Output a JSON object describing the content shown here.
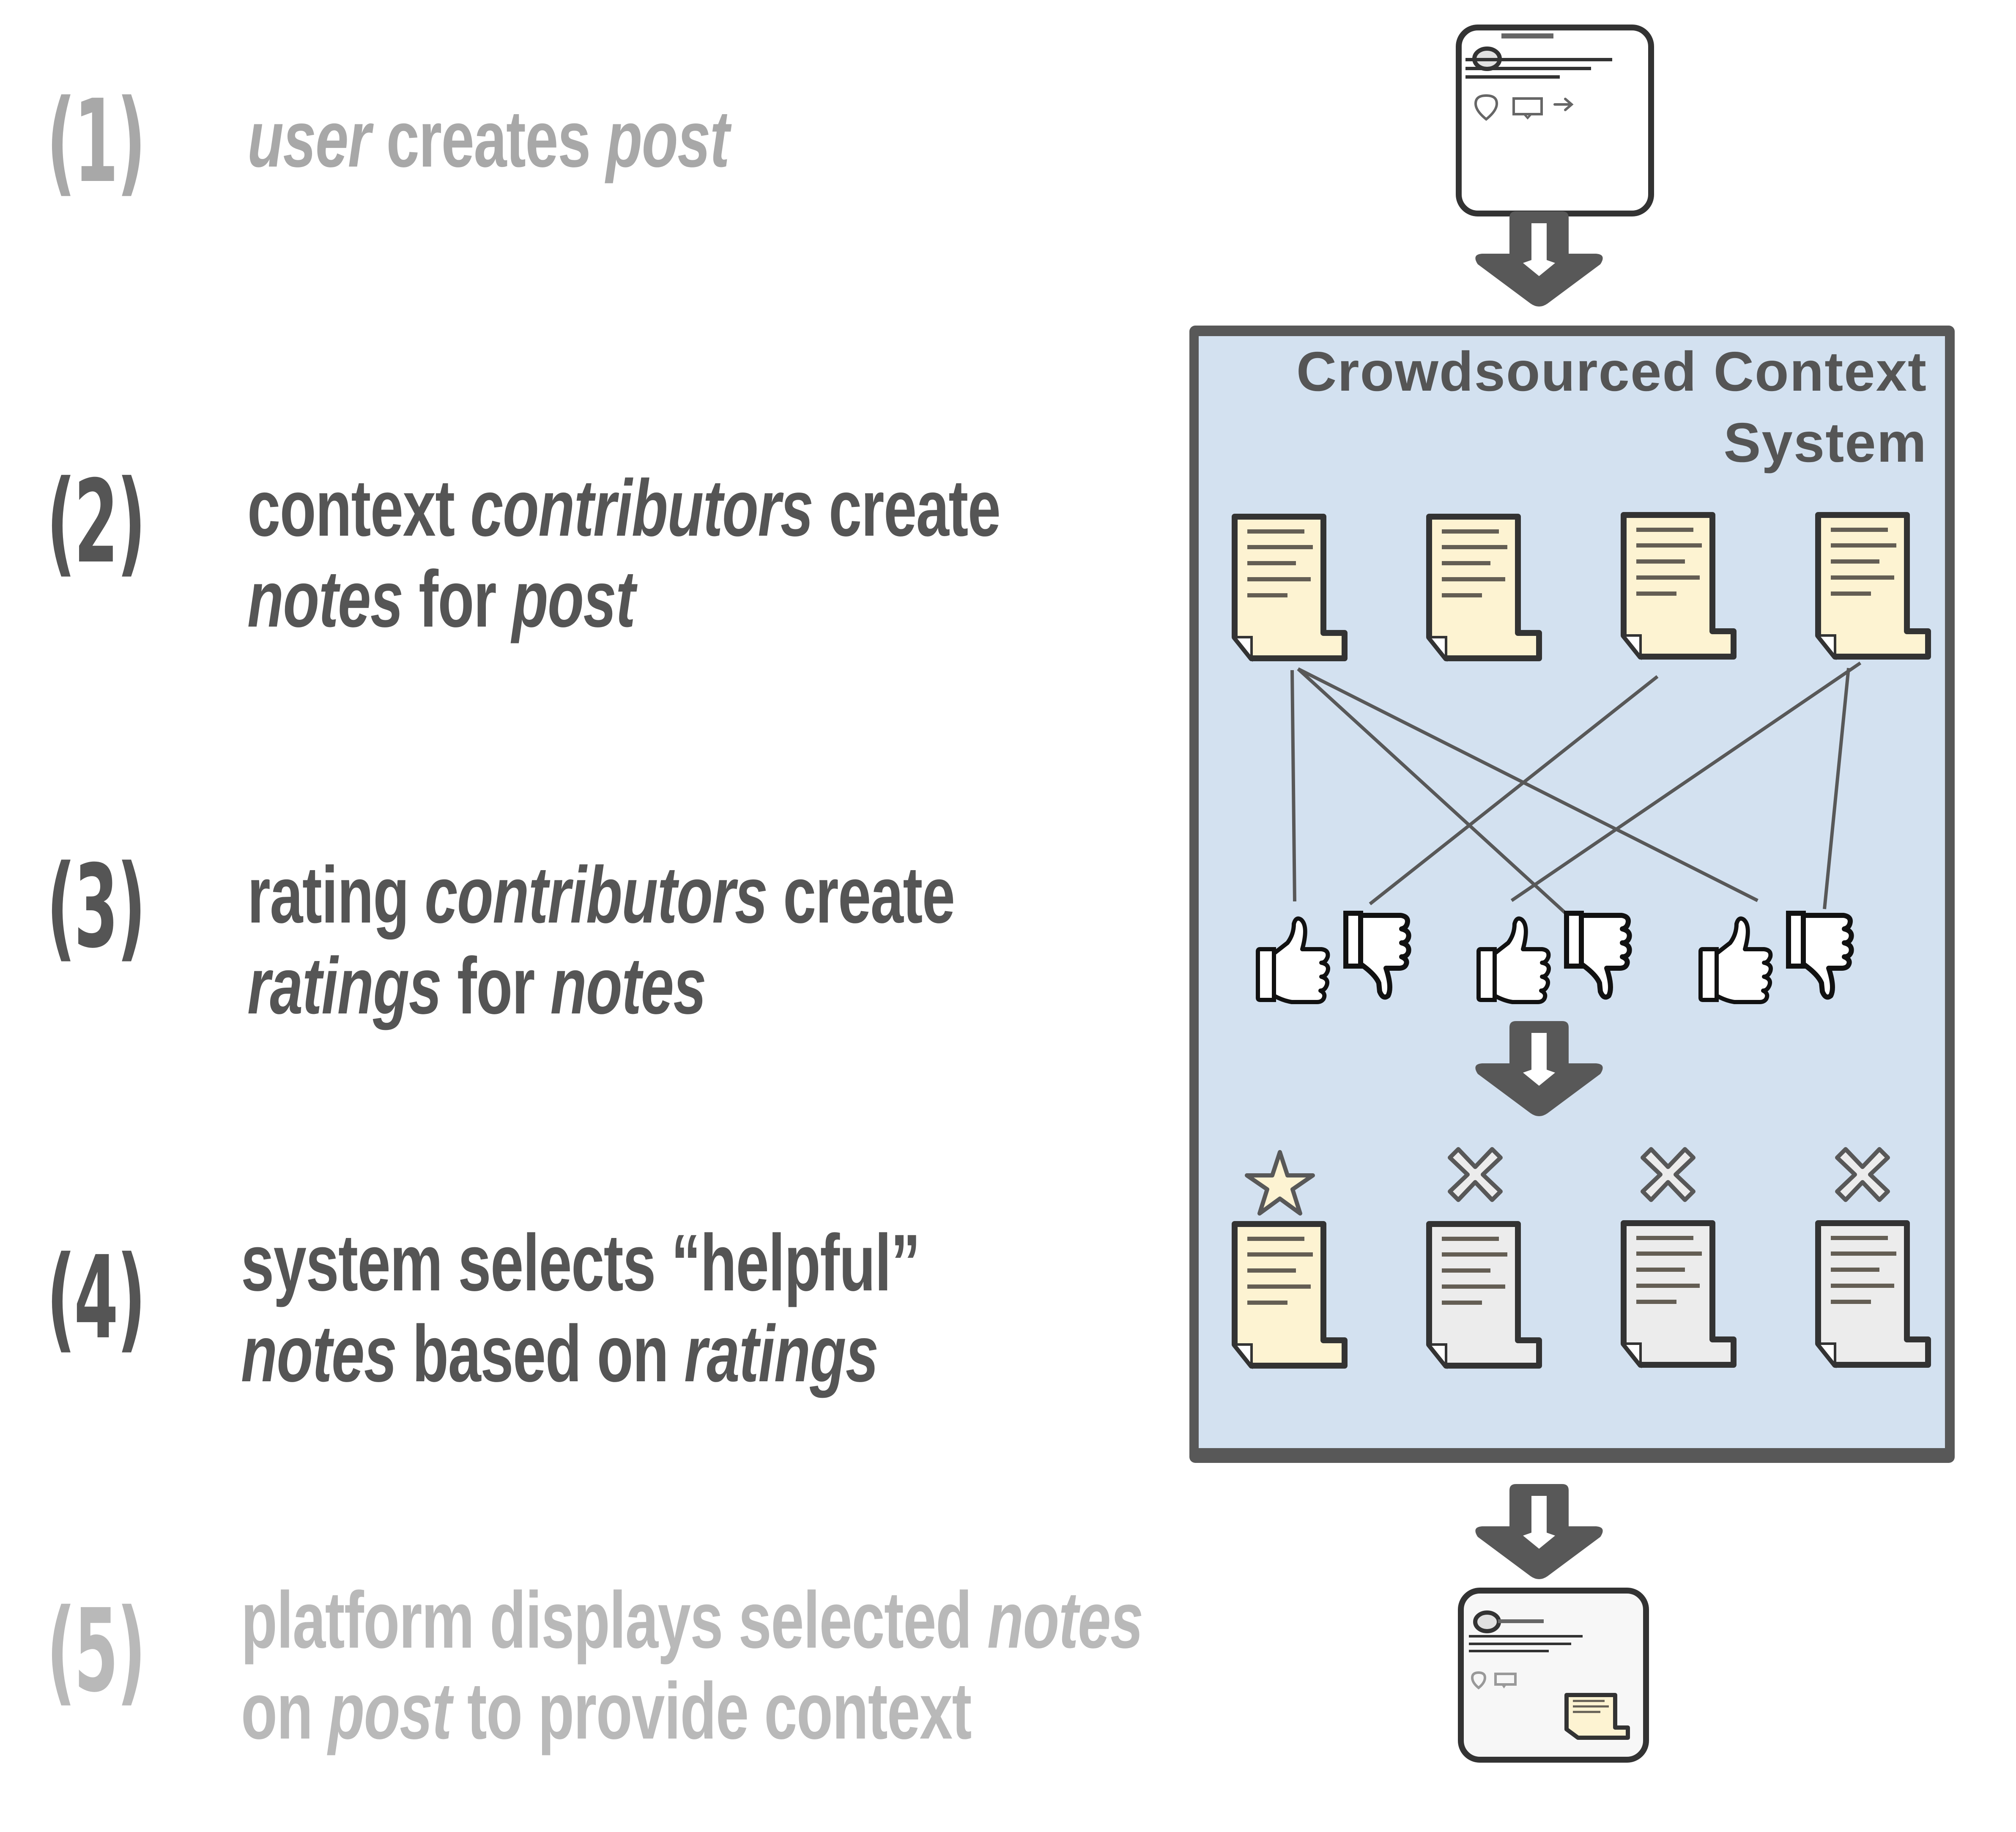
{
  "steps": [
    {
      "number": "(1)",
      "segments": [
        [
          "user",
          true
        ],
        [
          " creates ",
          false
        ],
        [
          "post",
          true
        ]
      ],
      "line2": []
    },
    {
      "number": "(2)",
      "segments": [
        [
          "context ",
          false
        ],
        [
          "contributors",
          true
        ],
        [
          " create",
          false
        ]
      ],
      "line2": [
        [
          "notes",
          true
        ],
        [
          " for ",
          false
        ],
        [
          "post",
          true
        ]
      ]
    },
    {
      "number": "(3)",
      "segments": [
        [
          "rating ",
          false
        ],
        [
          "contributors",
          true
        ],
        [
          " create",
          false
        ]
      ],
      "line2": [
        [
          "ratings",
          true
        ],
        [
          " for ",
          false
        ],
        [
          "notes",
          true
        ]
      ]
    },
    {
      "number": "(4)",
      "segments": [
        [
          "system selects “helpful”",
          false
        ]
      ],
      "line2": [
        [
          "notes",
          true
        ],
        [
          " based on ",
          false
        ],
        [
          "ratings",
          true
        ]
      ]
    },
    {
      "number": "(5)",
      "segments": [
        [
          "platform displays selected ",
          false
        ],
        [
          "notes",
          true
        ]
      ],
      "line2": [
        [
          "on ",
          false
        ],
        [
          "post",
          true
        ],
        [
          " to provide context",
          false
        ]
      ]
    }
  ],
  "system": {
    "title_line1": "Crowdsourced Context",
    "title_line2": "System"
  },
  "notes_top": [
    "note-1",
    "note-2",
    "note-3",
    "note-4"
  ],
  "ratings": [
    "thumbs-up",
    "thumbs-down",
    "thumbs-up",
    "thumbs-down",
    "thumbs-up",
    "thumbs-down"
  ],
  "outcomes": [
    {
      "marker": "star-icon",
      "selected": true
    },
    {
      "marker": "x-icon",
      "selected": false
    },
    {
      "marker": "x-icon",
      "selected": false
    },
    {
      "marker": "x-icon",
      "selected": false
    }
  ],
  "colors": {
    "panel_fill": "#d3e1f0",
    "panel_border": "#585858",
    "note_selected": "#fdf3d2",
    "note_rejected": "#ececec",
    "ink": "#333333"
  }
}
